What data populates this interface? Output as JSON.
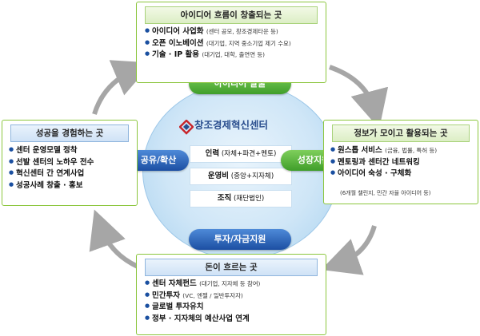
{
  "center": {
    "logo_text": "창조경제혁신센터",
    "rows": [
      {
        "main": "인력",
        "sub": "(자체+파견+멘토)"
      },
      {
        "main": "운영비",
        "sub": "(중앙+지자체)"
      },
      {
        "main": "조직",
        "sub": "(재단법인)"
      }
    ]
  },
  "pills": {
    "top": "아이디어 발굴",
    "right": "성장지원",
    "bottom": "투자/자금지원",
    "left": "성과 공유/확산"
  },
  "top_box": {
    "title": "아이디어 흐름이 창출되는 곳",
    "items": [
      {
        "main": "아이디어 사업화",
        "sub": "(센터 공모, 창조경제타운 등)"
      },
      {
        "main": "오픈 이노베이션",
        "sub": "(대기업, 지역 중소기업 제기 수요)"
      },
      {
        "main": "기술 · IP 활용",
        "sub": "(대기업, 대학, 출연연 등)"
      }
    ]
  },
  "left_box": {
    "title": "성공을 경험하는 곳",
    "items": [
      {
        "main": "센터 운영모델 정착",
        "sub": ""
      },
      {
        "main": "선발 센터의 노하우 전수",
        "sub": ""
      },
      {
        "main": "혁신센터 간 연계사업",
        "sub": ""
      },
      {
        "main": "성공사례 창출 · 홍보",
        "sub": ""
      }
    ]
  },
  "right_box": {
    "title": "정보가 모이고 활용되는 곳",
    "items": [
      {
        "main": "원스톱 서비스",
        "sub": "(금융, 법률, 특허 등)"
      },
      {
        "main": "멘토링과 센터간 네트워킹",
        "sub": ""
      },
      {
        "main": "아이디어 숙성 · 구체화",
        "sub": ""
      }
    ],
    "note": "(6개월 챌린지, 민간 자율 아이디어 등)"
  },
  "bottom_box": {
    "title": "돈이 흐르는 곳",
    "items": [
      {
        "main": "센터 자체펀드",
        "sub": "(대기업, 지자체 등 참여)"
      },
      {
        "main": "민간투자",
        "sub": "(VC, 엔젤 / 일반투자자)"
      },
      {
        "main": "글로벌 투자유치",
        "sub": ""
      },
      {
        "main": "정부 · 지자체의 예산사업 연계",
        "sub": ""
      }
    ]
  },
  "colors": {
    "green_border": "#8cc63e",
    "blue_pill": "#1c4fa3",
    "green_pill": "#3f9e2a"
  }
}
